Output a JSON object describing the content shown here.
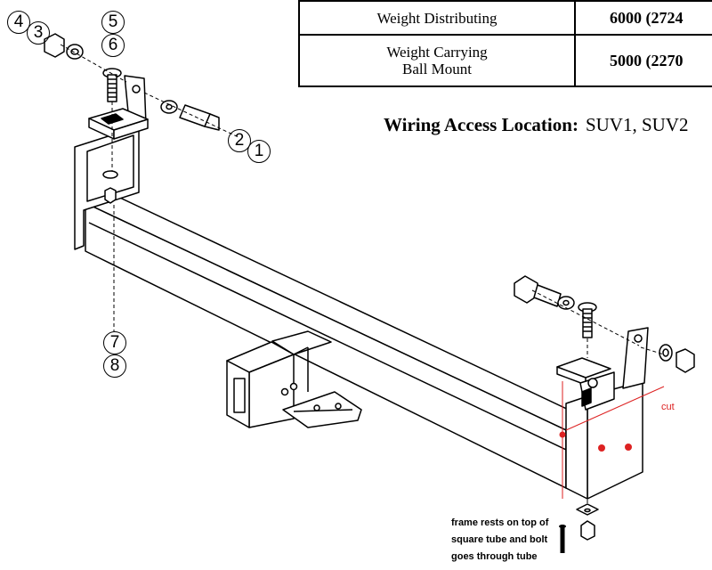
{
  "spec_table": {
    "rows": [
      {
        "name": "Weight Distributing",
        "value": "6000 (2724"
      },
      {
        "name_line1": "Weight Carrying",
        "name_line2": "Ball Mount",
        "value": "5000 (2270"
      }
    ]
  },
  "wiring": {
    "label": "Wiring Access Location:",
    "value": "SUV1, SUV2"
  },
  "callouts": [
    "1",
    "2",
    "3",
    "4",
    "5",
    "6",
    "7",
    "8"
  ],
  "annotations": {
    "cut": "cut",
    "note_line1": "frame rests on top of",
    "note_line2": "square tube and bolt",
    "note_line3": "goes through tube"
  },
  "colors": {
    "line": "#000000",
    "annotation": "#dd2222",
    "background": "#ffffff"
  }
}
